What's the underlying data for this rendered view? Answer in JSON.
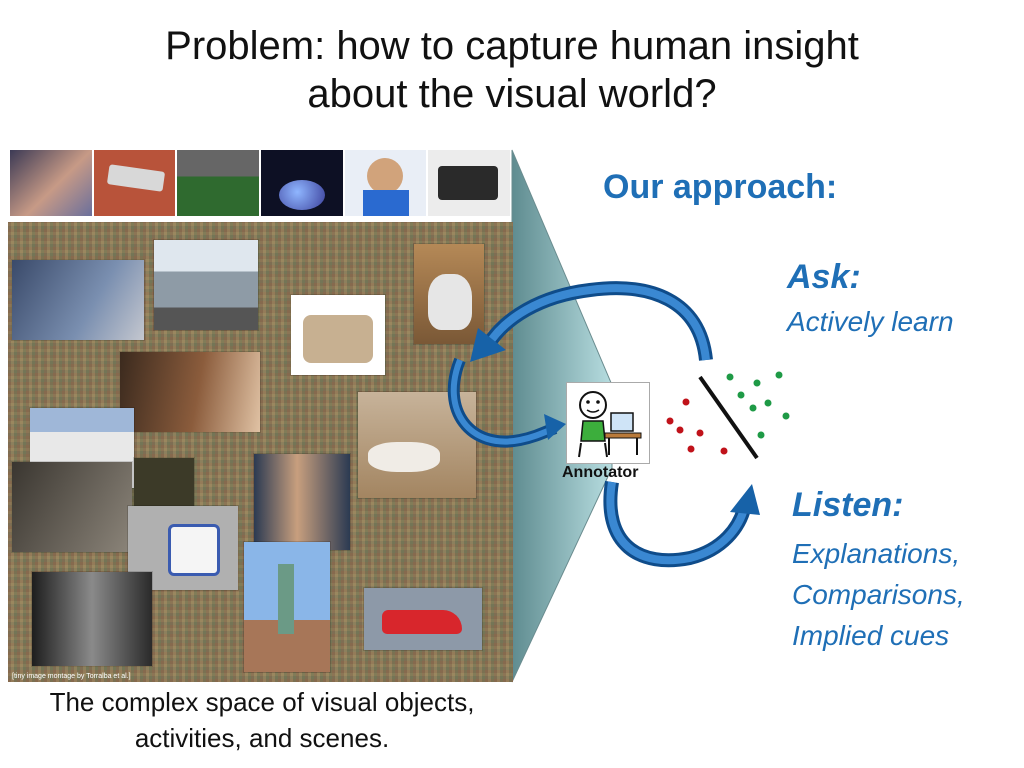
{
  "slide": {
    "title_line1": "Problem: how to capture human insight",
    "title_line2": "about the visual world?",
    "caption_line1": "The complex space of visual objects,",
    "caption_line2": "activities, and scenes.",
    "montage_credit": "[tiny image montage by Torralba et al.]",
    "approach": "Our approach:",
    "ask_title": "Ask:",
    "ask_text": "Actively learn",
    "listen_title": "Listen:",
    "listen_items": [
      "Explanations,",
      "Comparisons,",
      "Implied cues"
    ],
    "annotator_label": "Annotator"
  },
  "colors": {
    "accent_blue": "#1f6fb6",
    "arrow_blue": "#1762a8",
    "dot_red": "#c0121a",
    "dot_green": "#1e9a46"
  }
}
